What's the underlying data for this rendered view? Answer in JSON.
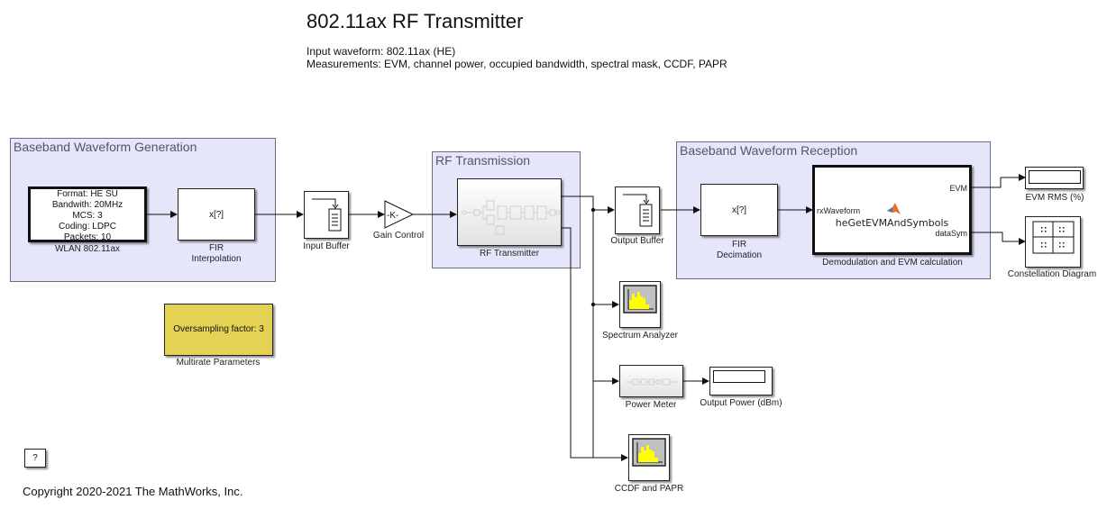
{
  "header": {
    "title": "802.11ax RF Transmitter",
    "input_waveform": "Input waveform: 802.11ax (HE)",
    "measurements": "Measurements: EVM, channel power, occupied bandwidth, spectral mask, CCDF, PAPR"
  },
  "areas": {
    "generation": "Baseband Waveform Generation",
    "transmission": "RF Transmission",
    "reception": "Baseband Waveform Reception"
  },
  "blocks": {
    "wlan": {
      "lines": [
        "Format: HE SU",
        "Bandwith: 20MHz",
        "MCS: 3",
        "Coding: LDPC",
        "Packets: 10"
      ],
      "label": "WLAN 802.11ax"
    },
    "fir_interp": {
      "text": "x[?]",
      "label1": "FIR",
      "label2": "Interpolation"
    },
    "input_buffer": {
      "label": "Input Buffer"
    },
    "gain": {
      "text": "-K-",
      "label": "Gain Control"
    },
    "rf_tx": {
      "label": "RF Transmitter"
    },
    "output_buffer": {
      "label": "Output Buffer"
    },
    "fir_decim": {
      "text": "x[?]",
      "label1": "FIR",
      "label2": "Decimation"
    },
    "demod": {
      "function": "heGetEVMAndSymbols",
      "in_port": "rxWaveform",
      "out_port1": "EVM",
      "out_port2": "dataSym",
      "label": "Demodulation and EVM calculation"
    },
    "evm_display": {
      "label": "EVM RMS (%)"
    },
    "constellation": {
      "label": "Constellation Diagram"
    },
    "spectrum": {
      "label": "Spectrum Analyzer"
    },
    "power_meter": {
      "label": "Power Meter"
    },
    "output_power": {
      "label": "Output Power (dBm)"
    },
    "ccdf": {
      "label": "CCDF and PAPR"
    },
    "multirate": {
      "text": "Oversampling factor: 3",
      "label": "Multirate Parameters",
      "color": "#e5d154"
    },
    "help": {
      "text": "?"
    }
  },
  "footer": {
    "copyright": "Copyright 2020-2021 The MathWorks, Inc."
  },
  "colors": {
    "area_bg": "#e6e6fa",
    "scope_yellow": "#ffff00",
    "scope_bg": "#c0c0c0"
  }
}
